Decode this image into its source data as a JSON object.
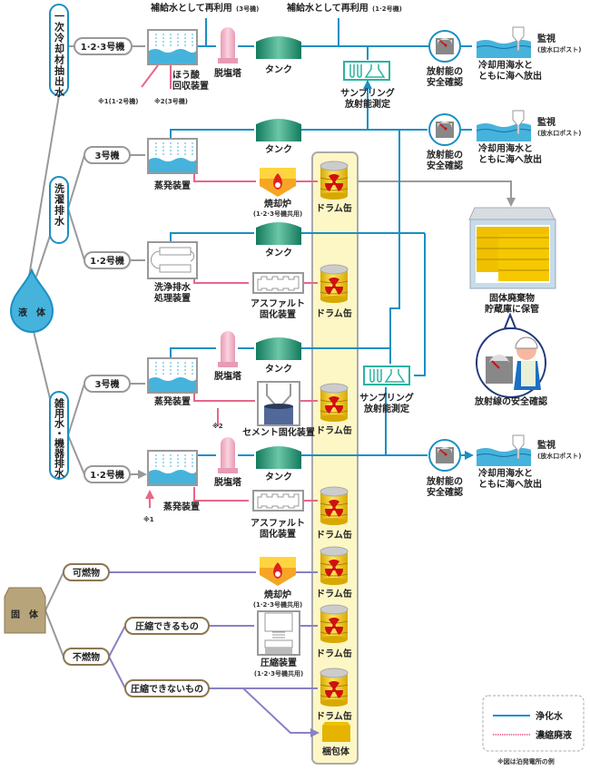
{
  "colors": {
    "purified_water": "#1a8fc4",
    "concentrated_waste": "#e8668a",
    "solid_flow": "#8a80c4",
    "branch": "#999999",
    "drum_column": "#fdf7c6"
  },
  "liquid": {
    "label": "液　体"
  },
  "solid": {
    "label": "固　体"
  },
  "primary": {
    "label": "一次冷却材抽出水",
    "unit": "1·2·3号機",
    "boric_1": "ほう酸",
    "boric_2": "回収装置",
    "desalt": "脱塩塔",
    "tank": "タンク",
    "reuse_3": "補給水として再利用",
    "reuse_3_note": "(3号機)",
    "reuse_12": "補給水として再利用",
    "reuse_12_note": "(1·2号機)",
    "note1": "※1(1·2号機)",
    "note2": "※2(3号機)"
  },
  "sampling": {
    "line1": "サンプリング",
    "line2": "放射能測定"
  },
  "check": {
    "line1": "放射能の",
    "line2": "安全確認"
  },
  "release": {
    "monitor": "監視",
    "post": "(放水口ポスト)",
    "line1": "冷却用海水と",
    "line2": "ともに海へ放出"
  },
  "laundry": {
    "label": "洗濯排水",
    "unit3": "3号機",
    "evap": "蒸発装置",
    "tank": "タンク",
    "incinerator": "焼却炉",
    "shared": "(1·2·3号機共用)",
    "drum": "ドラム缶",
    "unit12": "1·2号機",
    "wash_1": "洗浄排水",
    "wash_2": "処理装置",
    "asphalt_1": "アスファルト",
    "asphalt_2": "固化装置"
  },
  "misc": {
    "label": "雑用水・機器排水",
    "unit3": "3号機",
    "evap": "蒸発装置",
    "desalt": "脱塩塔",
    "tank": "タンク",
    "cement": "セメント固化装置",
    "drum": "ドラム缶",
    "note2": "※2",
    "unit12": "1·2号機",
    "note1": "※1",
    "asphalt_1": "アスファルト",
    "asphalt_2": "固化装置"
  },
  "storage": {
    "line1": "固体廃棄物",
    "line2": "貯蔵庫に保管",
    "inspection": "放射線の安全確認"
  },
  "solids": {
    "combustible": "可燃物",
    "incinerator": "焼却炉",
    "shared": "(1·2·3号機共用)",
    "drum": "ドラム缶",
    "noncombustible": "不燃物",
    "compressible": "圧縮できるもの",
    "compressor": "圧縮装置",
    "incompressible": "圧縮できないもの",
    "package": "梱包体"
  },
  "legend": {
    "purified": "浄化水",
    "concentrated": "濃縮廃液",
    "footnote": "※図は泊発電所の例"
  }
}
